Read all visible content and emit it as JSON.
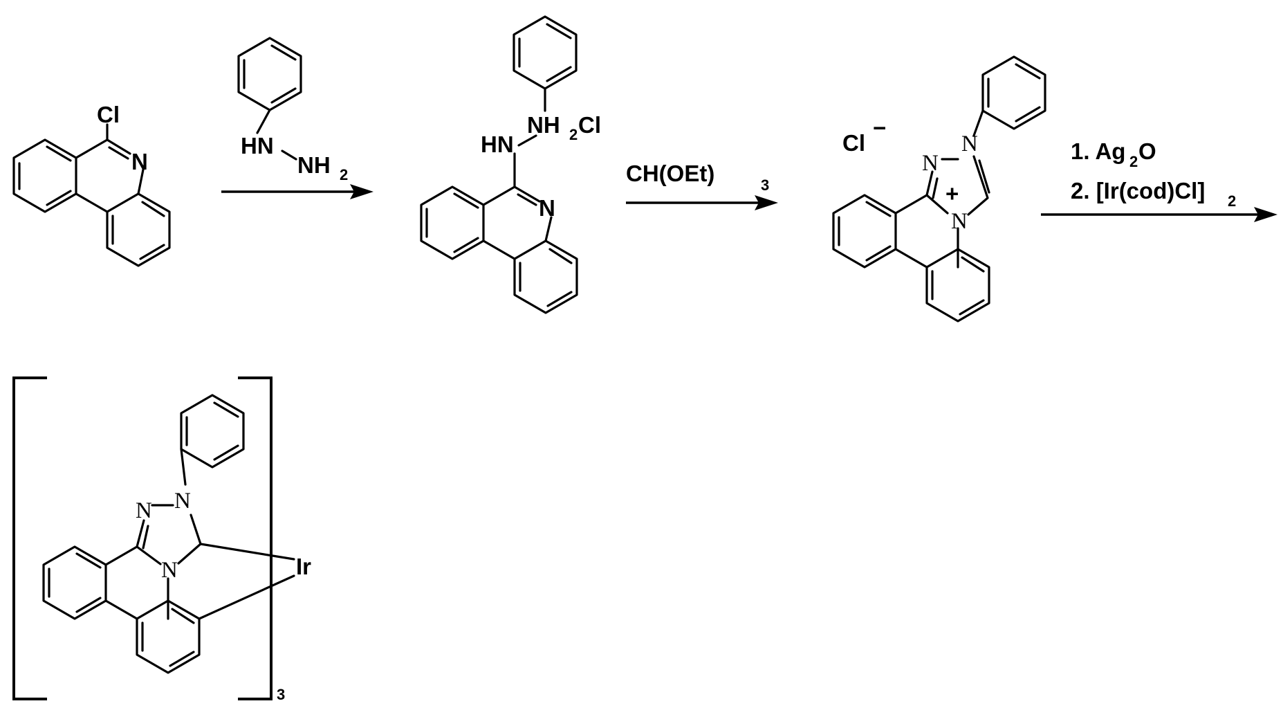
{
  "scheme": {
    "reagents": {
      "arrow1_amine_h": "HN",
      "arrow1_amine_nh": "NH",
      "arrow1_amine_sub": "2",
      "arrow2_label": "CH(OEt)",
      "arrow2_sub": "3",
      "arrow3_line1_prefix": "1. Ag",
      "arrow3_line1_sub": "2",
      "arrow3_line1_suffix": "O",
      "arrow3_line2_prefix": "2. [Ir(cod)Cl]",
      "arrow3_line2_sub": "2"
    },
    "compound1": {
      "cl_label": "Cl",
      "n_label": "N"
    },
    "compound2": {
      "hn_label": "HN",
      "nh_label": "NH",
      "nh_sub": "2",
      "cl_label": "Cl",
      "n_label": "N"
    },
    "compound3": {
      "counter_ion": "Cl",
      "counter_charge": "−",
      "n1_label": "N",
      "n2_label": "N",
      "n3_label": "N",
      "charge": "+"
    },
    "product": {
      "n1_label": "N",
      "n2_label": "N",
      "n3_label": "N",
      "metal_label": "Ir",
      "count_subscript": "3"
    }
  }
}
